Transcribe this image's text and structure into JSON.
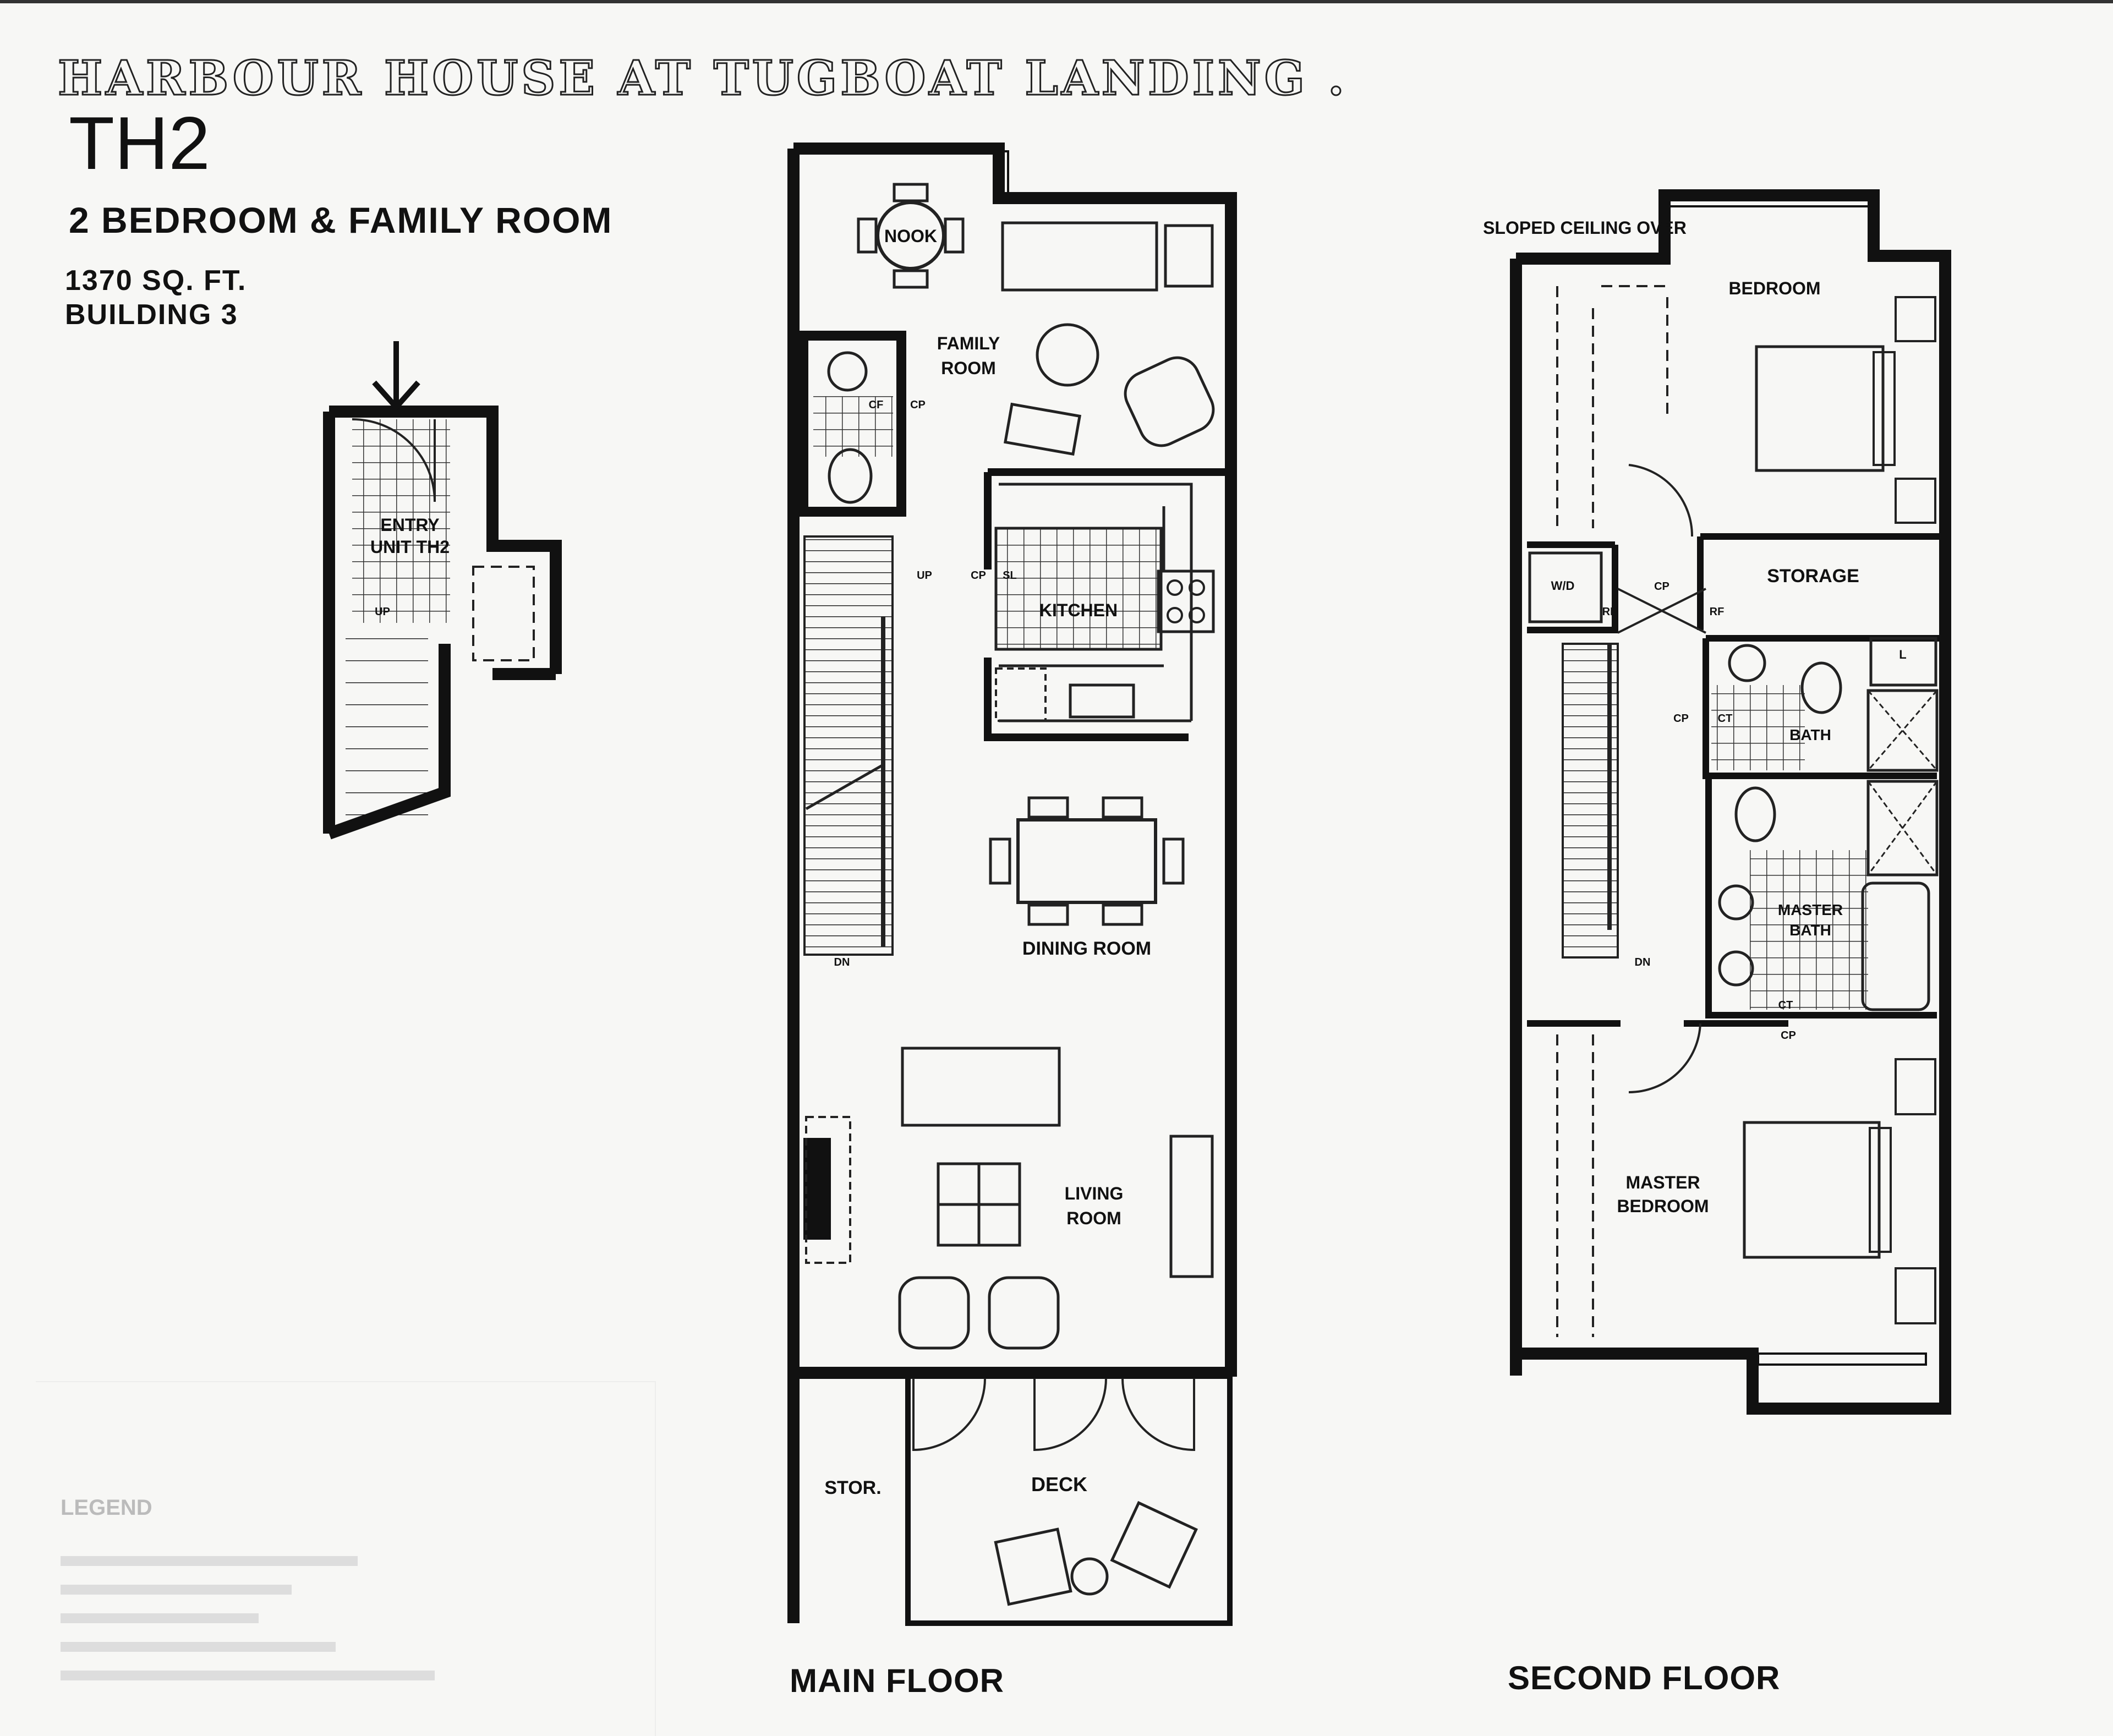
{
  "header": {
    "project_title": "HARBOUR HOUSE AT TUGBOAT LANDING .",
    "unit_code": "TH2",
    "unit_type": "2 BEDROOM & FAMILY ROOM",
    "area": "1370 SQ. FT.",
    "building": "BUILDING 3"
  },
  "entry_plan": {
    "room": [
      "ENTRY",
      "UNIT TH2"
    ],
    "up": "UP"
  },
  "main_floor": {
    "caption": "MAIN FLOOR",
    "rooms": {
      "nook": "NOOK",
      "family": [
        "FAMILY",
        "ROOM"
      ],
      "kitchen": "KITCHEN",
      "dining": "DINING ROOM",
      "living": [
        "LIVING",
        "ROOM"
      ],
      "storage": "STOR.",
      "deck": "DECK"
    },
    "marks": {
      "cp1": "CP",
      "cf": "CF",
      "cp2": "CP",
      "sl": "SL",
      "up": "UP",
      "dn": "DN"
    }
  },
  "second_floor": {
    "caption": "SECOND FLOOR",
    "note": "SLOPED CEILING OVER",
    "rooms": {
      "bedroom": "BEDROOM",
      "storage": "STORAGE",
      "wd": "W/D",
      "bath": "BATH",
      "master_bath": [
        "MASTER",
        "BATH"
      ],
      "master_bedroom": [
        "MASTER",
        "BEDROOM"
      ],
      "linen": "L"
    },
    "marks": {
      "cp_hall": "CP",
      "rf1": "RF",
      "rf2": "RF",
      "cp2": "CP",
      "ct1": "CT",
      "ct2": "CT",
      "cp3": "CP",
      "dn": "DN"
    }
  },
  "legend": {
    "title": "LEGEND"
  }
}
